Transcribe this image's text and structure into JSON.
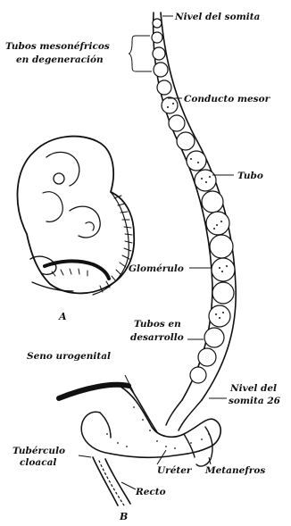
{
  "figure": {
    "labels": {
      "nivel_somita_top": "Nivel del somita",
      "tubos_meso_line1": "Tubos mesonéfricos",
      "tubos_meso_line2": "en degeneración",
      "conducto": "Conducto mesor",
      "tubo": "Tubo",
      "glomerulo": "Glomérulo",
      "tubos_des_line1": "Tubos en",
      "tubos_des_line2": "desarrollo",
      "seno": "Seno urogenital",
      "nivel_somita_26_line1": "Nivel del",
      "nivel_somita_26_line2": "somita 26",
      "tuberculo_line1": "Tubérculo",
      "tuberculo_line2": "cloacal",
      "ureter": "Uréter",
      "metanefros": "Metanefros",
      "recto": "Recto"
    },
    "panels": {
      "a": "A",
      "b": "B"
    },
    "ink_color": "#111111",
    "paper_color": "#ffffff"
  }
}
